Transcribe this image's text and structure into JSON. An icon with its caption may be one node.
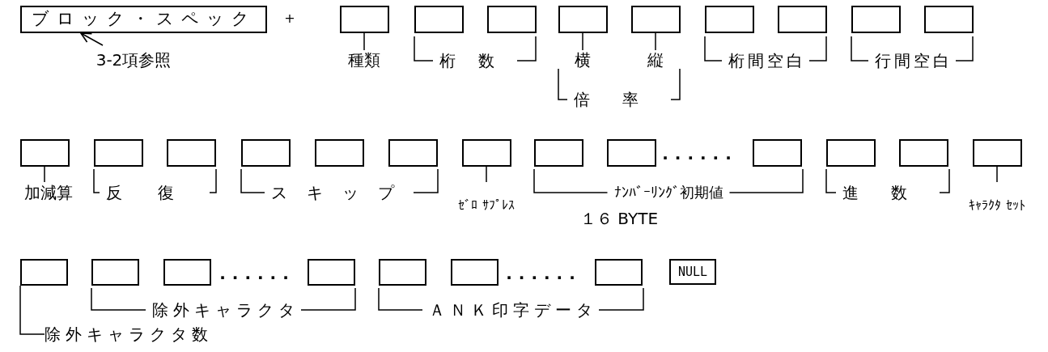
{
  "diagram": {
    "nodes": [
      {
        "text": [
          "ブロック・スペック"
        ]
      },
      {
        "text": [
          "3-2項参照"
        ]
      },
      {
        "text": [],
        "shape": "box"
      },
      {
        "text": [],
        "shape": "box"
      },
      {
        "text": [],
        "shape": "box"
      },
      {
        "text": [],
        "shape": "box"
      },
      {
        "text": [],
        "shape": "box"
      },
      {
        "text": [],
        "shape": "box"
      },
      {
        "text": [],
        "shape": "box"
      },
      {
        "text": [],
        "shape": "box"
      },
      {
        "text": [],
        "shape": "box"
      },
      {
        "text": [
          "種類"
        ]
      },
      {
        "text": [
          "横"
        ]
      },
      {
        "text": [
          "縦"
        ]
      },
      {
        "text": [],
        "shape": "box"
      },
      {
        "text": [],
        "shape": "box"
      },
      {
        "text": [],
        "shape": "box"
      },
      {
        "text": [],
        "shape": "box"
      },
      {
        "text": [],
        "shape": "box"
      },
      {
        "text": [],
        "shape": "box"
      },
      {
        "text": [],
        "shape": "box"
      },
      {
        "text": [],
        "shape": "box"
      },
      {
        "text": [],
        "shape": "box"
      },
      {
        "text": [],
        "shape": "box"
      },
      {
        "text": [],
        "shape": "box"
      },
      {
        "text": [],
        "shape": "box"
      },
      {
        "text": [],
        "shape": "box"
      },
      {
        "text": [
          "加減算"
        ]
      },
      {
        "text": [
          "ｾﾞﾛ ｻﾌﾟﾚｽ"
        ]
      },
      {
        "text": [
          "ｷｬﾗｸﾀ ｾｯﾄ"
        ]
      },
      {
        "text": [],
        "shape": "box"
      },
      {
        "text": [],
        "shape": "box"
      },
      {
        "text": [],
        "shape": "box"
      },
      {
        "text": [],
        "shape": "box"
      },
      {
        "text": [],
        "shape": "box"
      },
      {
        "text": [],
        "shape": "box"
      },
      {
        "text": [],
        "shape": "box"
      },
      {
        "text": [
          "NULL"
        ]
      },
      {
        "text": [
          "除外キャラクタ数"
        ]
      }
    ],
    "edges": [
      {
        "from": 1,
        "to": 0,
        "arrow": "to"
      },
      {
        "from": 11,
        "to": 2,
        "arrow": "none"
      },
      {
        "from": 12,
        "to": 5,
        "arrow": "none"
      },
      {
        "from": 13,
        "to": 6,
        "arrow": "none"
      },
      {
        "from": 27,
        "to": 14,
        "arrow": "none"
      },
      {
        "from": 28,
        "to": 20,
        "arrow": "none"
      },
      {
        "from": 29,
        "to": 26,
        "arrow": "none"
      },
      {
        "from": 38,
        "to": 30,
        "arrow": "none"
      }
    ],
    "labels": [
      "+",
      "桁数",
      "桁間空白",
      "行間空白",
      "倍率",
      "反復",
      "スキップ",
      "......",
      "ﾅﾝﾊﾞｰﾘﾝｸﾞ初期値",
      "進数",
      "１６ BYTE",
      "......",
      "除外キャラクタ",
      "......",
      "ＡＮＫ印字データ"
    ]
  }
}
